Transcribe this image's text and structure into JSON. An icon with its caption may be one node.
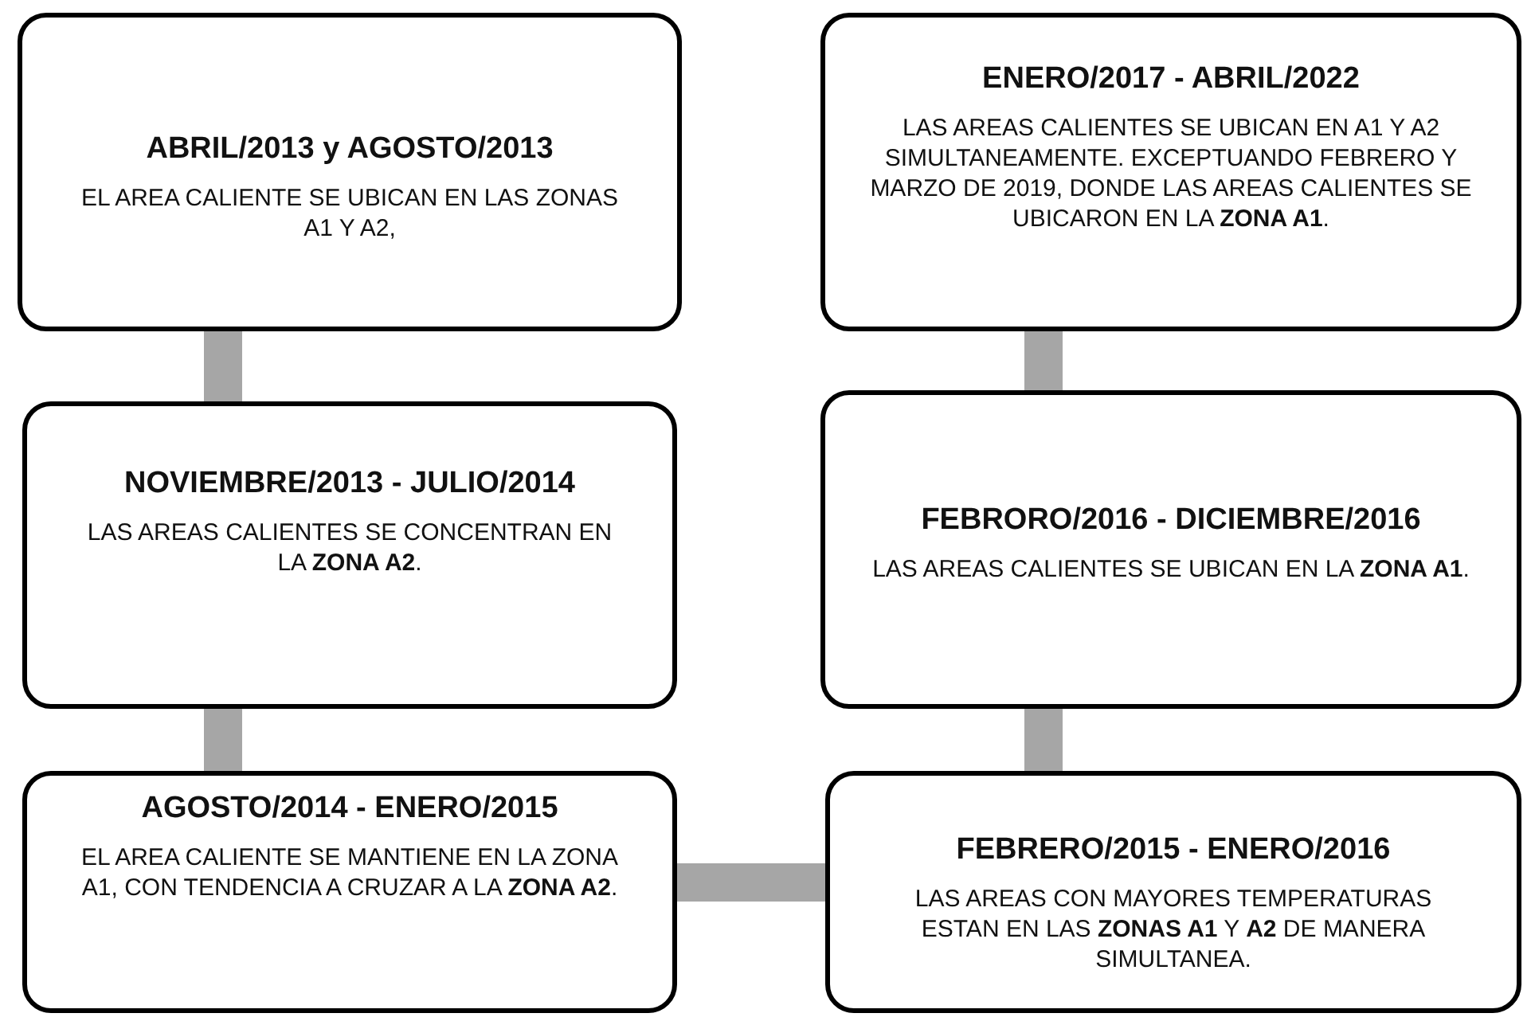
{
  "diagram": {
    "nodes": [
      {
        "text": [
          "ABRIL/2013 y AGOSTO/2013",
          "EL AREA CALIENTE SE UBICAN EN LAS ZONAS A1 Y A2,"
        ]
      },
      {
        "text": [
          "NOVIEMBRE/2013 - JULIO/2014",
          "LAS AREAS CALIENTES SE CONCENTRAN EN LA **ZONA A2**."
        ]
      },
      {
        "text": [
          "AGOSTO/2014 - ENERO/2015",
          "EL AREA CALIENTE SE MANTIENE EN LA ZONA A1, CON TENDENCIA A CRUZAR A LA **ZONA A2**."
        ]
      },
      {
        "text": [
          "FEBRERO/2015 - ENERO/2016",
          "LAS  AREAS CON MAYORES TEMPERATURAS ESTAN EN LAS **ZONAS A1** Y **A2** DE MANERA SIMULTANEA."
        ]
      },
      {
        "text": [
          "FEBRORO/2016 - DICIEMBRE/2016",
          "LAS AREAS CALIENTES SE UBICAN EN LA **ZONA A1**."
        ]
      },
      {
        "text": [
          "ENERO/2017 - ABRIL/2022",
          "LAS AREAS CALIENTES SE UBICAN EN A1 Y A2 SIMULTANEAMENTE. EXCEPTUANDO FEBRERO Y MARZO DE 2019, DONDE LAS AREAS CALIENTES SE UBICARON EN  LA **ZONA A1**."
        ]
      }
    ],
    "edges": [
      {
        "from": 0,
        "to": 1,
        "arrow": "none"
      },
      {
        "from": 1,
        "to": 2,
        "arrow": "none"
      },
      {
        "from": 2,
        "to": 3,
        "arrow": "none"
      },
      {
        "from": 3,
        "to": 4,
        "arrow": "none"
      },
      {
        "from": 4,
        "to": 5,
        "arrow": "none"
      }
    ]
  }
}
